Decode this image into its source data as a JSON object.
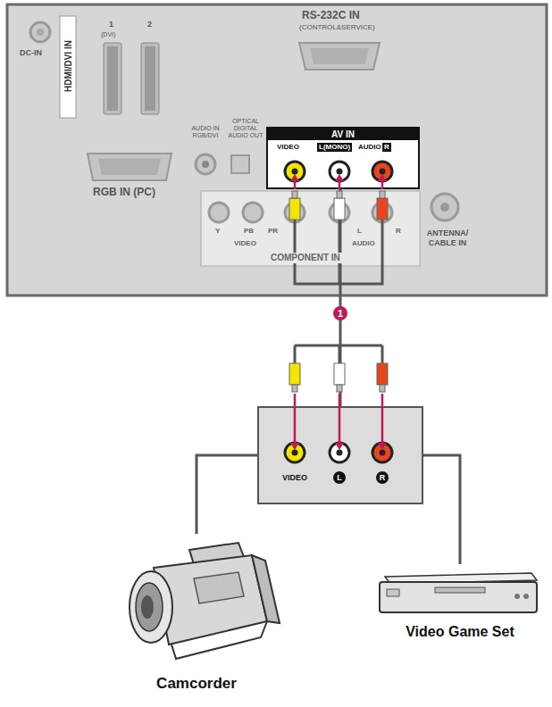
{
  "diagram": {
    "nodes": [
      {
        "text": [
          "AV IN",
          "VIDEO",
          "L(MONO)",
          "AUDIO",
          "R"
        ]
      },
      {
        "text": [
          "VIDEO",
          "L",
          "R"
        ]
      },
      {
        "text": [
          "Camcorder"
        ]
      },
      {
        "text": [
          "Video Game Set"
        ]
      }
    ],
    "edges": [
      {
        "from": 2,
        "to": 1,
        "arrow": "none"
      },
      {
        "from": 3,
        "to": 1,
        "arrow": "none"
      },
      {
        "from": 1,
        "to": 0,
        "label": "1",
        "arrow": "none"
      }
    ],
    "labels": [
      "DC-IN",
      "HDMI/DVI IN",
      "1",
      "(DVI)",
      "2",
      "RS-232C IN",
      "(CONTROL&SERVICE)",
      "AUDIO IN RGB/DVI",
      "OPTICAL DIGITAL AUDIO OUT",
      "RGB IN (PC)",
      "Y",
      "PB",
      "PR",
      "VIDEO",
      "L",
      "R",
      "AUDIO",
      "COMPONENT IN",
      "ANTENNA/ CABLE IN"
    ]
  }
}
